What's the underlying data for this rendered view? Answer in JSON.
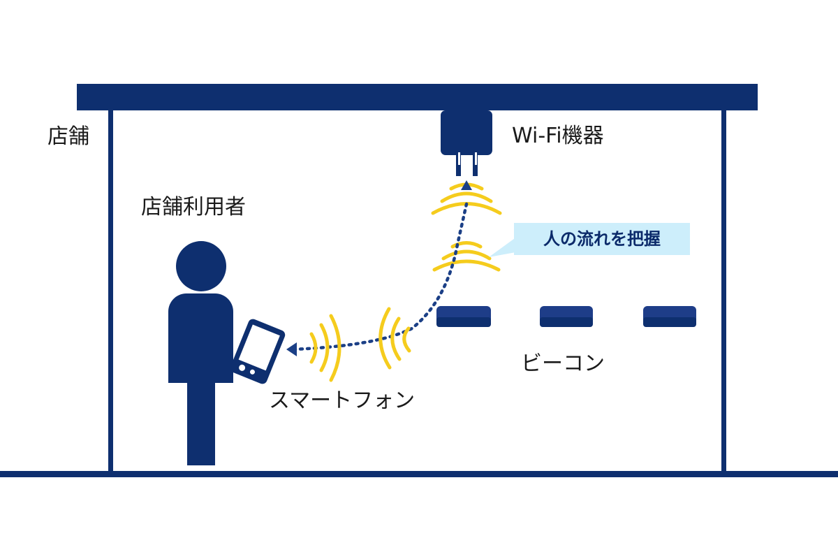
{
  "labels": {
    "store": "店舗",
    "store_user": "店舗利用者",
    "wifi_device": "Wi-Fi機器",
    "callout": "人の流れを把握",
    "smartphone": "スマートフォン",
    "beacon": "ビーコン"
  },
  "colors": {
    "navy": "#0e2f6f",
    "signal_yellow": "#f5cc1d",
    "callout_bg": "#cdeefb",
    "dotted_path": "#1b3f86"
  },
  "icons": [
    "person-icon",
    "smartphone-icon",
    "wifi-router-icon",
    "beacon-icon"
  ]
}
